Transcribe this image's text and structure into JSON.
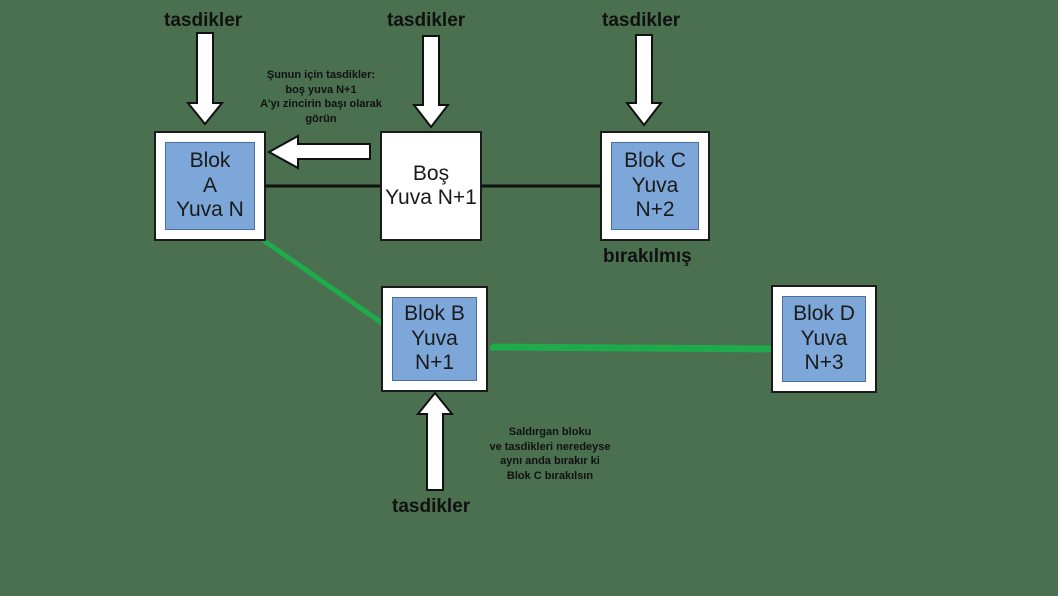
{
  "diagram": {
    "title": "Blok zinciri saldiri diyagrami",
    "background_color": "#4a7050",
    "block_fill_color": "#7da7d9",
    "attack_link_color": "#1faa4b",
    "chain_link_color": "#111111",
    "nodes": [
      {
        "id": "block-a",
        "text": "Blok\nA\nYuva N",
        "filled": true
      },
      {
        "id": "empty-slot",
        "text": "Boş\nYuva N+1",
        "filled": false
      },
      {
        "id": "block-c",
        "text": "Blok C\nYuva\nN+2",
        "filled": true
      },
      {
        "id": "block-b",
        "text": "Blok B\nYuva\nN+1",
        "filled": true
      },
      {
        "id": "block-d",
        "text": "Blok D\nYuva\nN+3",
        "filled": true
      }
    ],
    "labels": {
      "attestation_1": "tasdikler",
      "attestation_2": "tasdikler",
      "attestation_3": "tasdikler",
      "attestation_4": "tasdikler",
      "orphaned": "bırakılmış"
    },
    "notes": {
      "top": "Şunun için tasdikler:\nboş yuva N+1\nA'yı zincirin başı olarak\ngörün",
      "bottom": "Saldırgan bloku\nve tasdikleri neredeyse\naynı anda bırakır ki\nBlok C bırakılsın"
    }
  }
}
